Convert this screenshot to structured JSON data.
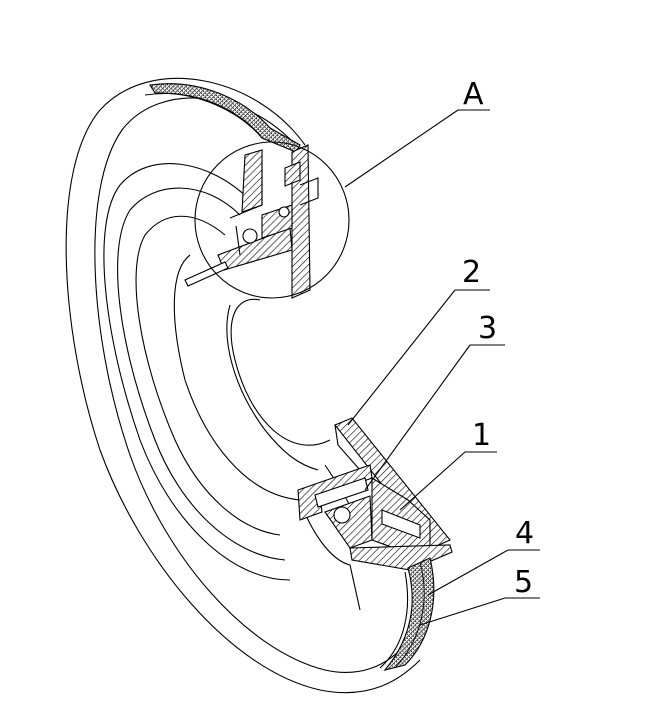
{
  "labels": {
    "detail_a": "A",
    "part_1": "1",
    "part_2": "2",
    "part_3": "3",
    "part_4": "4",
    "part_5": "5"
  },
  "colors": {
    "line": "#000000",
    "background": "#ffffff"
  }
}
